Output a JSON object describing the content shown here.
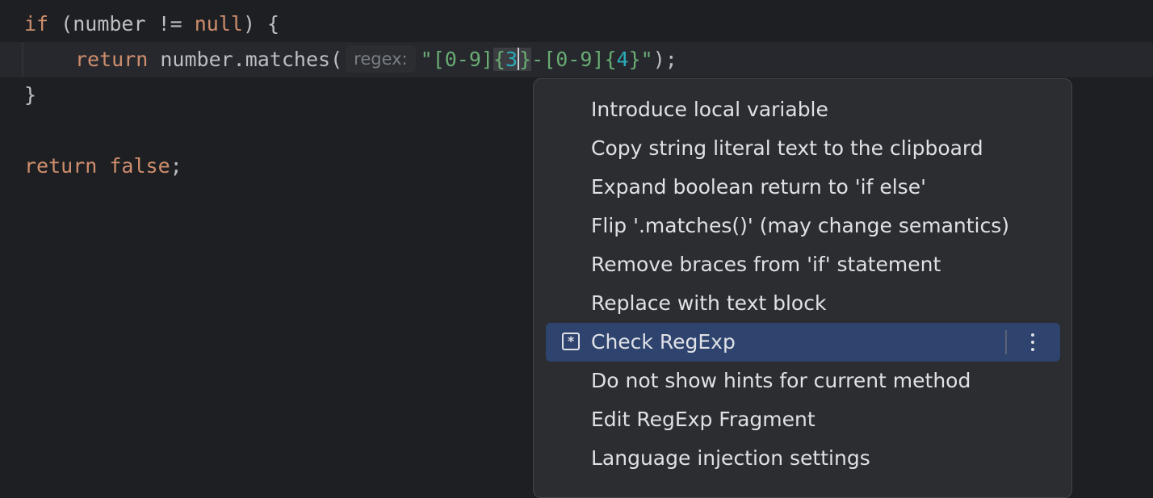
{
  "editor": {
    "lines": [
      {
        "kw": "if",
        "rest": " (number != ",
        "null": "null",
        "end": ") {"
      },
      {
        "kw": "return",
        "call": " number.matches(",
        "hint": "regex:",
        "q1": "\"",
        "s1": "[0-9]",
        "br1o": "{",
        "n1": "3",
        "br1c": "}",
        "s2": "-[0-9]",
        "br2o": "{",
        "n2": "4",
        "br2c": "}",
        "q2": "\"",
        "end": ");"
      },
      {
        "text": "}"
      },
      {
        "kw": "return",
        "space": " ",
        "false": "false",
        "end": ";"
      }
    ]
  },
  "context_menu": {
    "items": [
      {
        "label": "Introduce local variable"
      },
      {
        "label": "Copy string literal text to the clipboard"
      },
      {
        "label": "Expand boolean return to 'if else'"
      },
      {
        "label": "Flip '.matches()' (may change semantics)"
      },
      {
        "label": "Remove braces from 'if' statement"
      },
      {
        "label": "Replace with text block"
      },
      {
        "label": "Check RegExp",
        "selected": true,
        "icon": "regexp-icon",
        "icon_glyph": "*"
      },
      {
        "label": "Do not show hints for current method"
      },
      {
        "label": "Edit RegExp Fragment"
      },
      {
        "label": "Language injection settings"
      }
    ],
    "more_icon": "more-vertical-icon"
  },
  "colors": {
    "background": "#1e1f22",
    "current_line": "#26282e",
    "keyword": "#cf8e6d",
    "string": "#6aab73",
    "number": "#2aacb8",
    "popup_bg": "#2b2d30",
    "selection": "#2e436e",
    "text": "#dfe1e5"
  }
}
